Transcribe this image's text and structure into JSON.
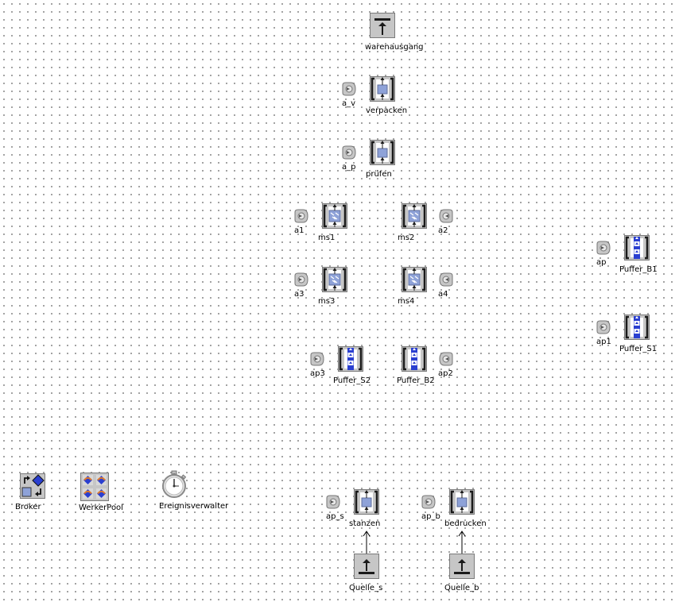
{
  "objects": {
    "warenausgang": {
      "label": "warenausgang",
      "icon": "drain-icon"
    },
    "a_v": {
      "label": "a_v",
      "icon": "exit-strategy-icon"
    },
    "verpacken": {
      "label": "verpacken",
      "icon": "single-proc-icon"
    },
    "a_p": {
      "label": "a_p",
      "icon": "exit-strategy-icon"
    },
    "pruefen": {
      "label": "prüfen",
      "icon": "single-proc-icon"
    },
    "a1": {
      "label": "a1",
      "icon": "exit-strategy-icon"
    },
    "ms1": {
      "label": "ms1",
      "icon": "multi-station-icon"
    },
    "ms2": {
      "label": "ms2",
      "icon": "multi-station-icon"
    },
    "a2": {
      "label": "a2",
      "icon": "exit-strategy-icon"
    },
    "a3": {
      "label": "a3",
      "icon": "exit-strategy-icon"
    },
    "ms3": {
      "label": "ms3",
      "icon": "multi-station-icon"
    },
    "ms4": {
      "label": "ms4",
      "icon": "multi-station-icon"
    },
    "a4": {
      "label": "a4",
      "icon": "exit-strategy-icon"
    },
    "ap": {
      "label": "ap",
      "icon": "exit-strategy-icon"
    },
    "puffer_b1": {
      "label": "Puffer_B1",
      "icon": "buffer-icon"
    },
    "ap1": {
      "label": "ap1",
      "icon": "exit-strategy-icon"
    },
    "puffer_s1": {
      "label": "Puffer_S1",
      "icon": "buffer-icon"
    },
    "ap3": {
      "label": "ap3",
      "icon": "exit-strategy-icon"
    },
    "puffer_s2": {
      "label": "Puffer_S2",
      "icon": "buffer-icon"
    },
    "puffer_b2": {
      "label": "Puffer_B2",
      "icon": "buffer-icon"
    },
    "ap2": {
      "label": "ap2",
      "icon": "exit-strategy-icon"
    },
    "broker": {
      "label": "Broker",
      "icon": "broker-icon"
    },
    "werkerpool": {
      "label": "WerkerPool",
      "icon": "worker-pool-icon"
    },
    "ereignisverwalter": {
      "label": "Ereignisverwalter",
      "icon": "stopwatch-icon"
    },
    "ap_s": {
      "label": "ap_s",
      "icon": "exit-strategy-icon"
    },
    "stanzen": {
      "label": "stanzen",
      "icon": "single-proc-icon"
    },
    "ap_b": {
      "label": "ap_b",
      "icon": "exit-strategy-icon"
    },
    "bedrucken": {
      "label": "bedrucken",
      "icon": "single-proc-icon"
    },
    "quelle_s": {
      "label": "Quelle_s",
      "icon": "source-icon"
    },
    "quelle_b": {
      "label": "Quelle_b",
      "icon": "source-icon"
    }
  },
  "colors": {
    "station_fill": "#8ea2d8",
    "station_bg": "#ffffff",
    "icon_gray": "#c6c6c6",
    "icon_dark": "#1a1a1a",
    "blue_accent": "#2a3fd0",
    "orange_accent": "#e07a2a"
  }
}
